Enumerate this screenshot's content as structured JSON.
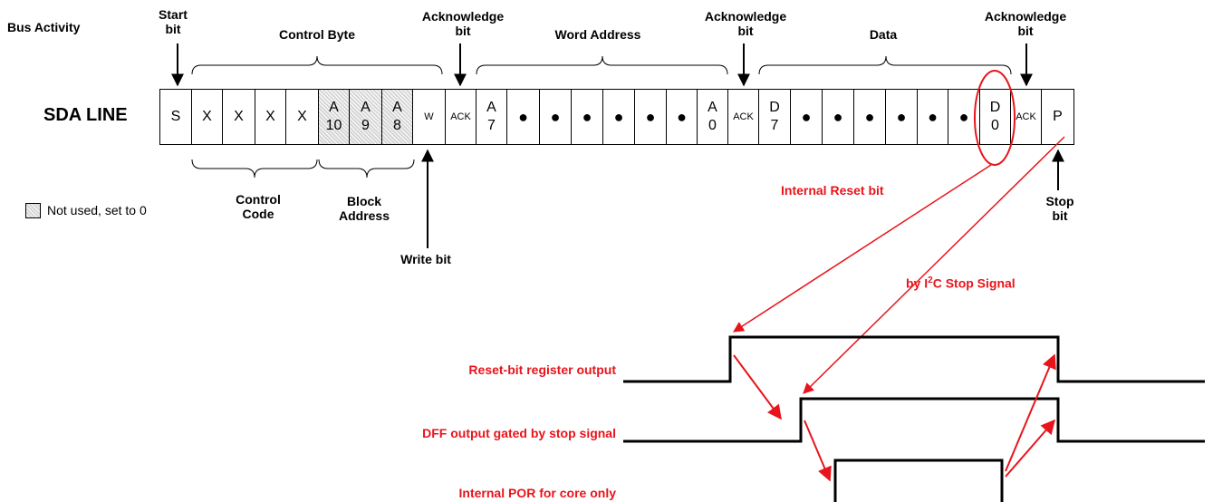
{
  "title": "Bus Activity",
  "line_label": "SDA LINE",
  "top_labels": {
    "start_bit": [
      "Start",
      "bit"
    ],
    "control_byte": "Control Byte",
    "ack1": [
      "Acknowledge",
      "bit"
    ],
    "word_address": "Word Address",
    "ack2": [
      "Acknowledge",
      "bit"
    ],
    "data": "Data",
    "ack3": [
      "Acknowledge",
      "bit"
    ]
  },
  "cells": [
    {
      "name": "start",
      "lines": [
        "S"
      ],
      "shaded": false,
      "small": false
    },
    {
      "name": "ctrl-code-1",
      "lines": [
        "X"
      ],
      "shaded": false,
      "small": false
    },
    {
      "name": "ctrl-code-2",
      "lines": [
        "X"
      ],
      "shaded": false,
      "small": false
    },
    {
      "name": "ctrl-code-3",
      "lines": [
        "X"
      ],
      "shaded": false,
      "small": false
    },
    {
      "name": "ctrl-code-4",
      "lines": [
        "X"
      ],
      "shaded": false,
      "small": false
    },
    {
      "name": "block-a10",
      "lines": [
        "A",
        "10"
      ],
      "shaded": true,
      "small": false
    },
    {
      "name": "block-a9",
      "lines": [
        "A",
        "9"
      ],
      "shaded": true,
      "small": false
    },
    {
      "name": "block-a8",
      "lines": [
        "A",
        "8"
      ],
      "shaded": true,
      "small": false
    },
    {
      "name": "write",
      "lines": [
        "W"
      ],
      "shaded": false,
      "small": true
    },
    {
      "name": "ack-1",
      "lines": [
        "ACK"
      ],
      "shaded": false,
      "small": true
    },
    {
      "name": "addr-a7",
      "lines": [
        "A",
        "7"
      ],
      "shaded": false,
      "small": false
    },
    {
      "name": "addr-dot-1",
      "lines": [
        "●"
      ],
      "shaded": false,
      "small": false
    },
    {
      "name": "addr-dot-2",
      "lines": [
        "●"
      ],
      "shaded": false,
      "small": false
    },
    {
      "name": "addr-dot-3",
      "lines": [
        "●"
      ],
      "shaded": false,
      "small": false
    },
    {
      "name": "addr-dot-4",
      "lines": [
        "●"
      ],
      "shaded": false,
      "small": false
    },
    {
      "name": "addr-dot-5",
      "lines": [
        "●"
      ],
      "shaded": false,
      "small": false
    },
    {
      "name": "addr-dot-6",
      "lines": [
        "●"
      ],
      "shaded": false,
      "small": false
    },
    {
      "name": "addr-a0",
      "lines": [
        "A",
        "0"
      ],
      "shaded": false,
      "small": false
    },
    {
      "name": "ack-2",
      "lines": [
        "ACK"
      ],
      "shaded": false,
      "small": true
    },
    {
      "name": "data-d7",
      "lines": [
        "D",
        "7"
      ],
      "shaded": false,
      "small": false
    },
    {
      "name": "data-dot-1",
      "lines": [
        "●"
      ],
      "shaded": false,
      "small": false
    },
    {
      "name": "data-dot-2",
      "lines": [
        "●"
      ],
      "shaded": false,
      "small": false
    },
    {
      "name": "data-dot-3",
      "lines": [
        "●"
      ],
      "shaded": false,
      "small": false
    },
    {
      "name": "data-dot-4",
      "lines": [
        "●"
      ],
      "shaded": false,
      "small": false
    },
    {
      "name": "data-dot-5",
      "lines": [
        "●"
      ],
      "shaded": false,
      "small": false
    },
    {
      "name": "data-dot-6",
      "lines": [
        "●"
      ],
      "shaded": false,
      "small": false
    },
    {
      "name": "data-d0",
      "lines": [
        "D",
        "0"
      ],
      "shaded": false,
      "small": false
    },
    {
      "name": "ack-3",
      "lines": [
        "ACK"
      ],
      "shaded": false,
      "small": true
    },
    {
      "name": "stop",
      "lines": [
        "P"
      ],
      "shaded": false,
      "small": false
    }
  ],
  "bottom_labels": {
    "control_code": [
      "Control",
      "Code"
    ],
    "block_address": [
      "Block",
      "Address"
    ],
    "write_bit": "Write bit",
    "stop_bit": [
      "Stop",
      "bit"
    ]
  },
  "legend": {
    "text": "Not used, set to 0"
  },
  "annotations": {
    "internal_reset_bit": "Internal Reset bit",
    "by_stop_signal_prefix": "by I",
    "by_stop_signal_sup": "2",
    "by_stop_signal_suffix": "C Stop Signal"
  },
  "waveforms": [
    {
      "name": "reset-bit-register-output",
      "label": "Reset-bit register output"
    },
    {
      "name": "dff-output-gated",
      "label": "DFF output gated by stop signal"
    },
    {
      "name": "internal-por-core",
      "label": "Internal POR for core only"
    }
  ],
  "colors": {
    "annotation": "#e8141b",
    "shade": "#d6d6d6",
    "line": "#000000"
  }
}
